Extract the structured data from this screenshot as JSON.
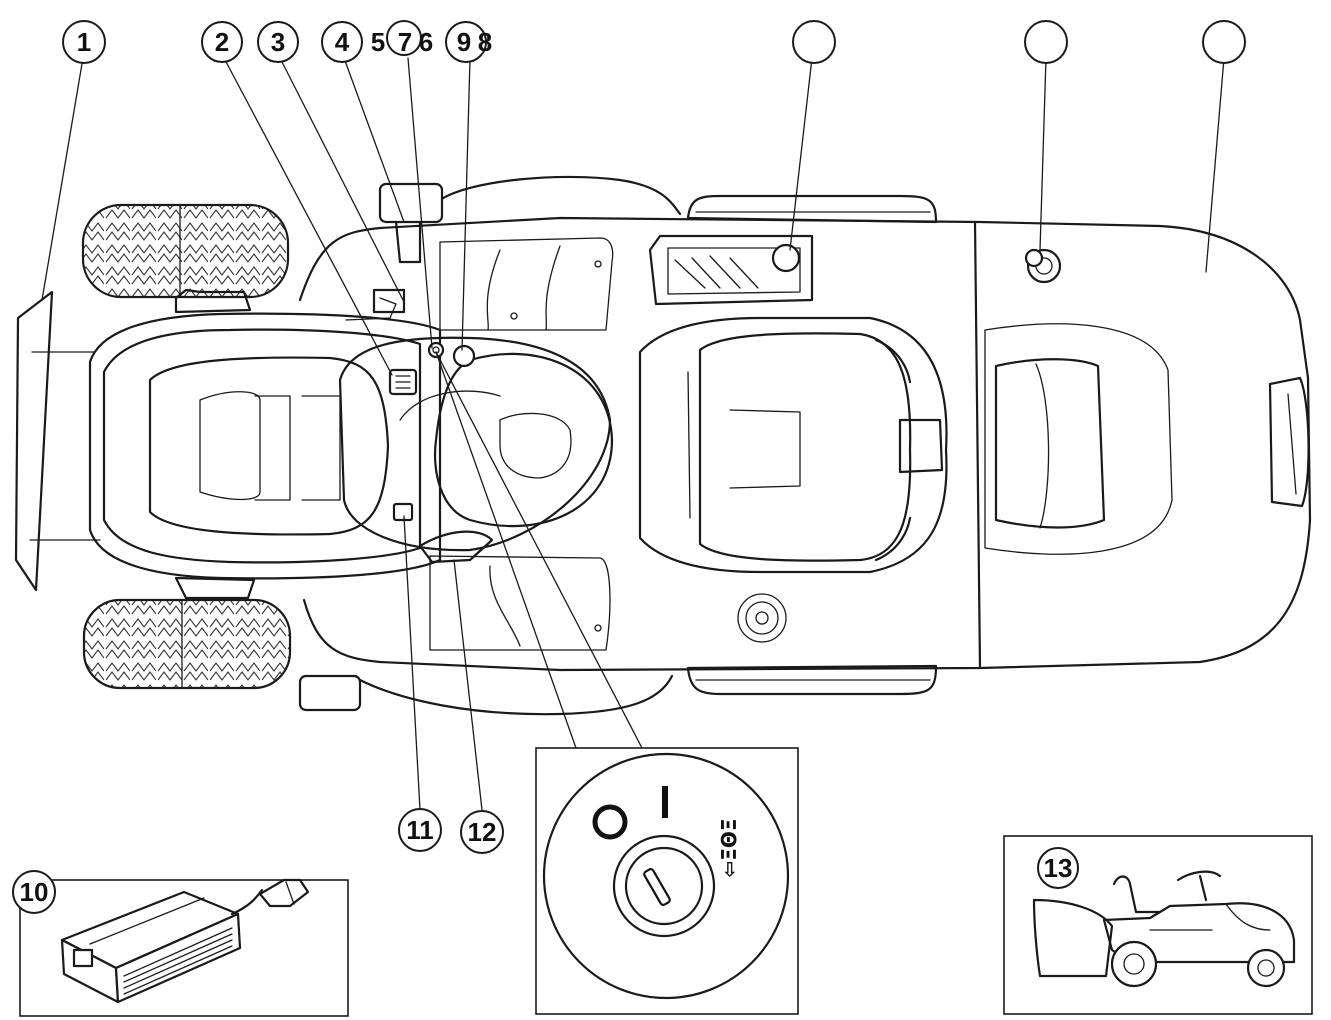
{
  "callouts": {
    "c1": "1",
    "c2": "2",
    "c3": "3",
    "c4": "4",
    "c5": "5",
    "c7": "7",
    "c6": "6",
    "c9": "9",
    "c8": "8",
    "c10": "10",
    "c11": "11",
    "c12": "12",
    "c13": "13"
  },
  "ignition": {
    "off_symbol": "O",
    "on_symbol": "I"
  }
}
